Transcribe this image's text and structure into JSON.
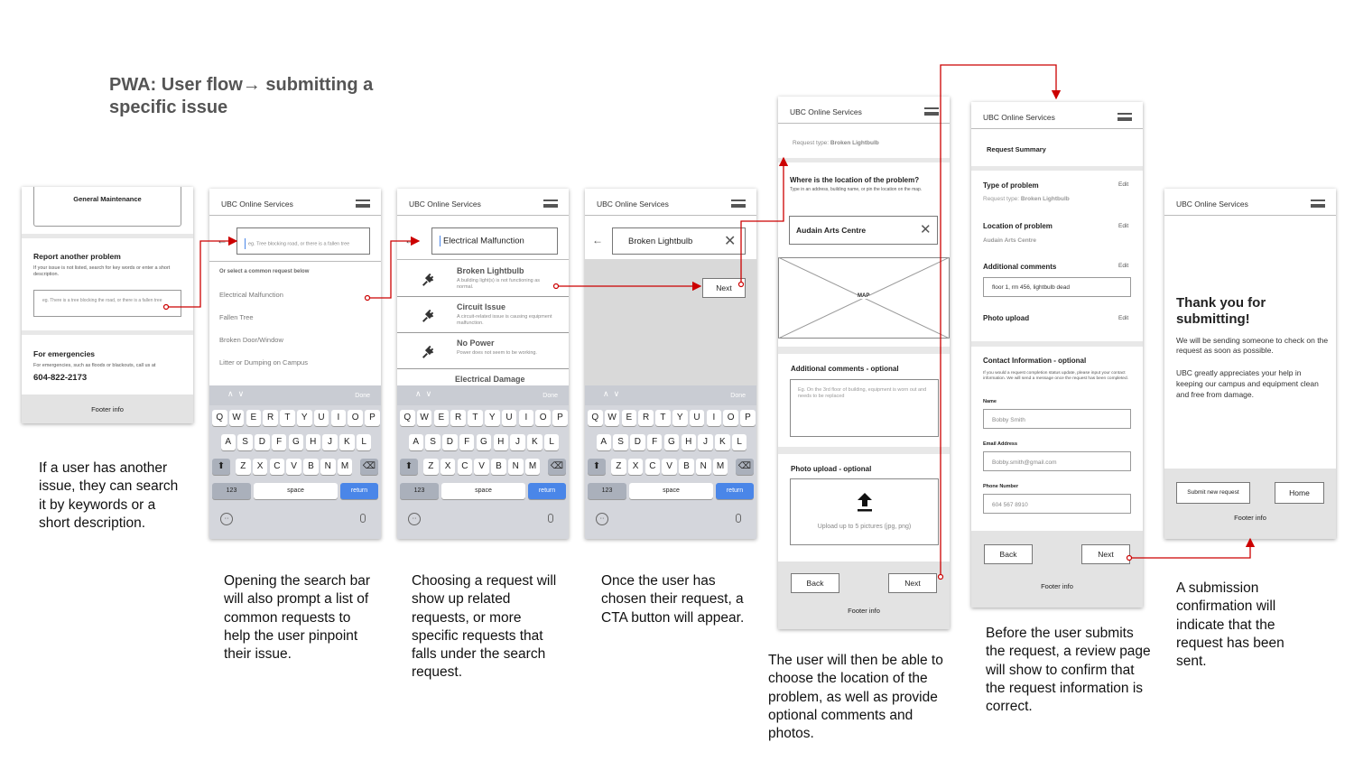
{
  "title": "PWA: User flow→ submitting a specific issue",
  "app_name": "UBC Online Services",
  "colors": {
    "accent": "#cc0000",
    "keyboard": "#d4d6dc",
    "return_key": "#4a86e8",
    "footer": "#e3e3e3"
  },
  "keyboard": {
    "done": "Done",
    "row1": [
      "Q",
      "W",
      "E",
      "R",
      "T",
      "Y",
      "U",
      "I",
      "O",
      "P"
    ],
    "row2": [
      "A",
      "S",
      "D",
      "F",
      "G",
      "H",
      "J",
      "K",
      "L"
    ],
    "row3": [
      "Z",
      "X",
      "C",
      "V",
      "B",
      "N",
      "M"
    ],
    "num": "123",
    "space": "space",
    "return": "return"
  },
  "screen1": {
    "general_maintenance": "General Maintenance",
    "report_title": "Report another problem",
    "report_desc": "If your issue is not listed, search for key words or enter a short description.",
    "report_placeholder": "eg. There is a tree blocking the road, or there is a fallen tree",
    "emergency_title": "For emergencies",
    "emergency_desc": "For emergencies, such as floods or blackouts, call us at",
    "emergency_phone": "604-822-2173",
    "footer": "Footer info"
  },
  "screen2": {
    "search_placeholder": "eg. Tree blocking road, or there is a fallen tree",
    "common_title": "Or select a common request below",
    "items": [
      "Electrical Malfunction",
      "Fallen Tree",
      "Broken Door/Window",
      "Litter or Dumping on Campus"
    ]
  },
  "screen3": {
    "search_value": "Electrical Malfunction",
    "results": [
      {
        "title": "Broken Lightbulb",
        "desc": "A building light(s) is not functioning as normal."
      },
      {
        "title": "Circuit Issue",
        "desc": "A circuit-related issue is causing equipment malfunction."
      },
      {
        "title": "No Power",
        "desc": "Power does not seem to be working."
      },
      {
        "title": "Electrical Damage",
        "desc": ""
      }
    ]
  },
  "screen4": {
    "search_value": "Broken Lightbulb",
    "next": "Next"
  },
  "screen5": {
    "request_type_label": "Request type: ",
    "request_type_value": "Broken Lightbulb",
    "location_q": "Where is the location of the problem?",
    "location_hint": "Type in an address, building name, or pin the location on the map.",
    "location_value": "Audain Arts Centre",
    "map": "MAP",
    "comments_title": "Additional comments - optional",
    "comments_placeholder": "Eg. On the 3rd floor of building, equipment is worn out and needs to be replaced",
    "photo_title": "Photo upload - optional",
    "photo_hint": "Upload up to 5 pictures  (jpg, png)",
    "back": "Back",
    "next": "Next",
    "footer": "Footer info"
  },
  "screen6": {
    "summary": "Request Summary",
    "type_title": "Type of problem",
    "type_value_label": "Request type: ",
    "type_value": "Broken Lightbulb",
    "loc_title": "Location of problem",
    "loc_value": "Audain Arts Centre",
    "add_title": "Additional comments",
    "add_value": "floor 1, rm 456, lightbulb dead",
    "photo_title": "Photo upload",
    "edit": "Edit",
    "contact_title": "Contact Information - optional",
    "contact_desc": "If you would a request completion status update, please input your contact information. We will send a message once the request has been completed.",
    "name_label": "Name",
    "name_value": "Bobby Smith",
    "email_label": "Email Address",
    "email_value": "Bobby.smith@gmail.com",
    "phone_label": "Phone Number",
    "phone_value": "604 567 8910",
    "back": "Back",
    "next": "Next",
    "footer": "Footer info"
  },
  "screen7": {
    "thanks": "Thank you for submitting!",
    "msg1": "We will be sending someone to check on the request as soon as possible.",
    "msg2": "UBC greatly appreciates your help in keeping our campus and equipment clean and free from damage.",
    "submit_new": "Submit new request",
    "home": "Home",
    "footer": "Footer info"
  },
  "captions": {
    "c1": "If a user has another issue, they can search it by keywords or a short description.",
    "c2": "Opening the search bar will also prompt a list of common requests to help the user pinpoint their issue.",
    "c3": "Choosing a request will show up related requests, or more specific requests that falls under the search request.",
    "c4": "Once the user has chosen their request, a CTA button will appear.",
    "c5": "The user will then be able to choose the location of the problem, as well as provide optional comments and photos.",
    "c6": "Before the user submits the request, a review page will show to confirm that the request information is correct.",
    "c7": "A submission confirmation will indicate that the request has been sent."
  }
}
